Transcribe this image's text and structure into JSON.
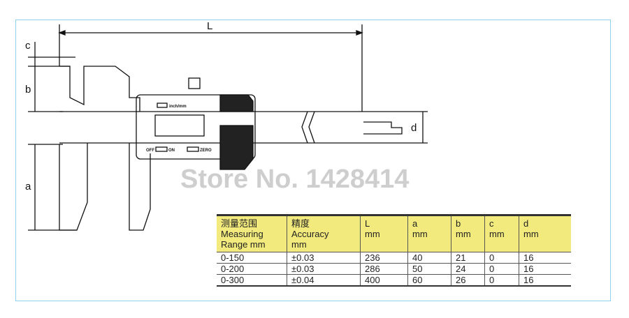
{
  "diagram": {
    "dimensions": {
      "L": "L",
      "a": "a",
      "b": "b",
      "c": "c",
      "d": "d"
    },
    "display_labels": {
      "inch_mm": "inch/mm",
      "off": "OFF",
      "on": "ON",
      "zero": "ZERO"
    },
    "watermark": "Store No. 1428414"
  },
  "table": {
    "headers": [
      {
        "cn": "测量范围",
        "en": "Measuring",
        "unit": "Range mm"
      },
      {
        "cn": "精度",
        "en": "Accuracy",
        "unit": "mm"
      },
      {
        "cn": "",
        "en": "L",
        "unit": "mm"
      },
      {
        "cn": "",
        "en": "a",
        "unit": "mm"
      },
      {
        "cn": "",
        "en": "b",
        "unit": "mm"
      },
      {
        "cn": "",
        "en": "c",
        "unit": "mm"
      },
      {
        "cn": "",
        "en": "d",
        "unit": "mm"
      }
    ],
    "rows": [
      [
        "0-150",
        "±0.03",
        "236",
        "40",
        "21",
        "0",
        "16"
      ],
      [
        "0-200",
        "±0.03",
        "286",
        "50",
        "24",
        "0",
        "16"
      ],
      [
        "0-300",
        "±0.04",
        "400",
        "60",
        "26",
        "0",
        "16"
      ]
    ]
  }
}
